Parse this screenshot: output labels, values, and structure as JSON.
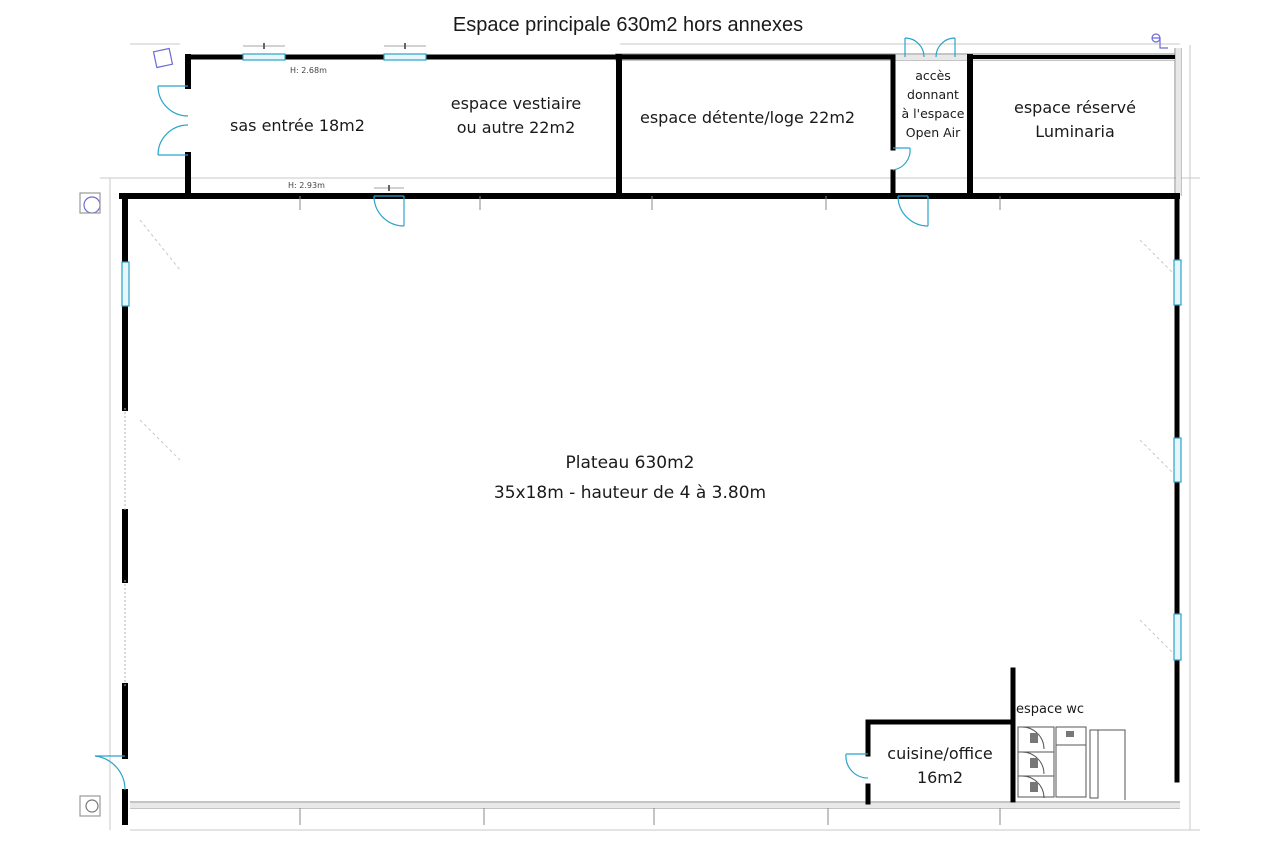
{
  "title": "Espace principale 630m2 hors annexes",
  "rooms": {
    "sas": "sas entrée 18m2",
    "vestiaire_line1": "espace vestiaire",
    "vestiaire_line2": "ou autre 22m2",
    "detente": "espace détente/loge 22m2",
    "acces_line1": "accès",
    "acces_line2": "donnant",
    "acces_line3": "à l'espace",
    "acces_line4": "Open Air",
    "reserve_line1": "espace réservé",
    "reserve_line2": "Luminaria",
    "plateau_line1": "Plateau 630m2",
    "plateau_line2": "35x18m - hauteur de 4 à 3.80m",
    "wc": "espace wc",
    "cuisine_line1": "cuisine/office",
    "cuisine_line2": "16m2"
  },
  "dimensions": {
    "h_top": "H: 2.68m",
    "h_bottom": "H: 2.93m"
  },
  "colors": {
    "wall": "#000000",
    "thin_line": "#9a9a9a",
    "door_swing": "#2aa3c9",
    "window": "#8fd0e6",
    "marker": "#6b6bd6"
  }
}
